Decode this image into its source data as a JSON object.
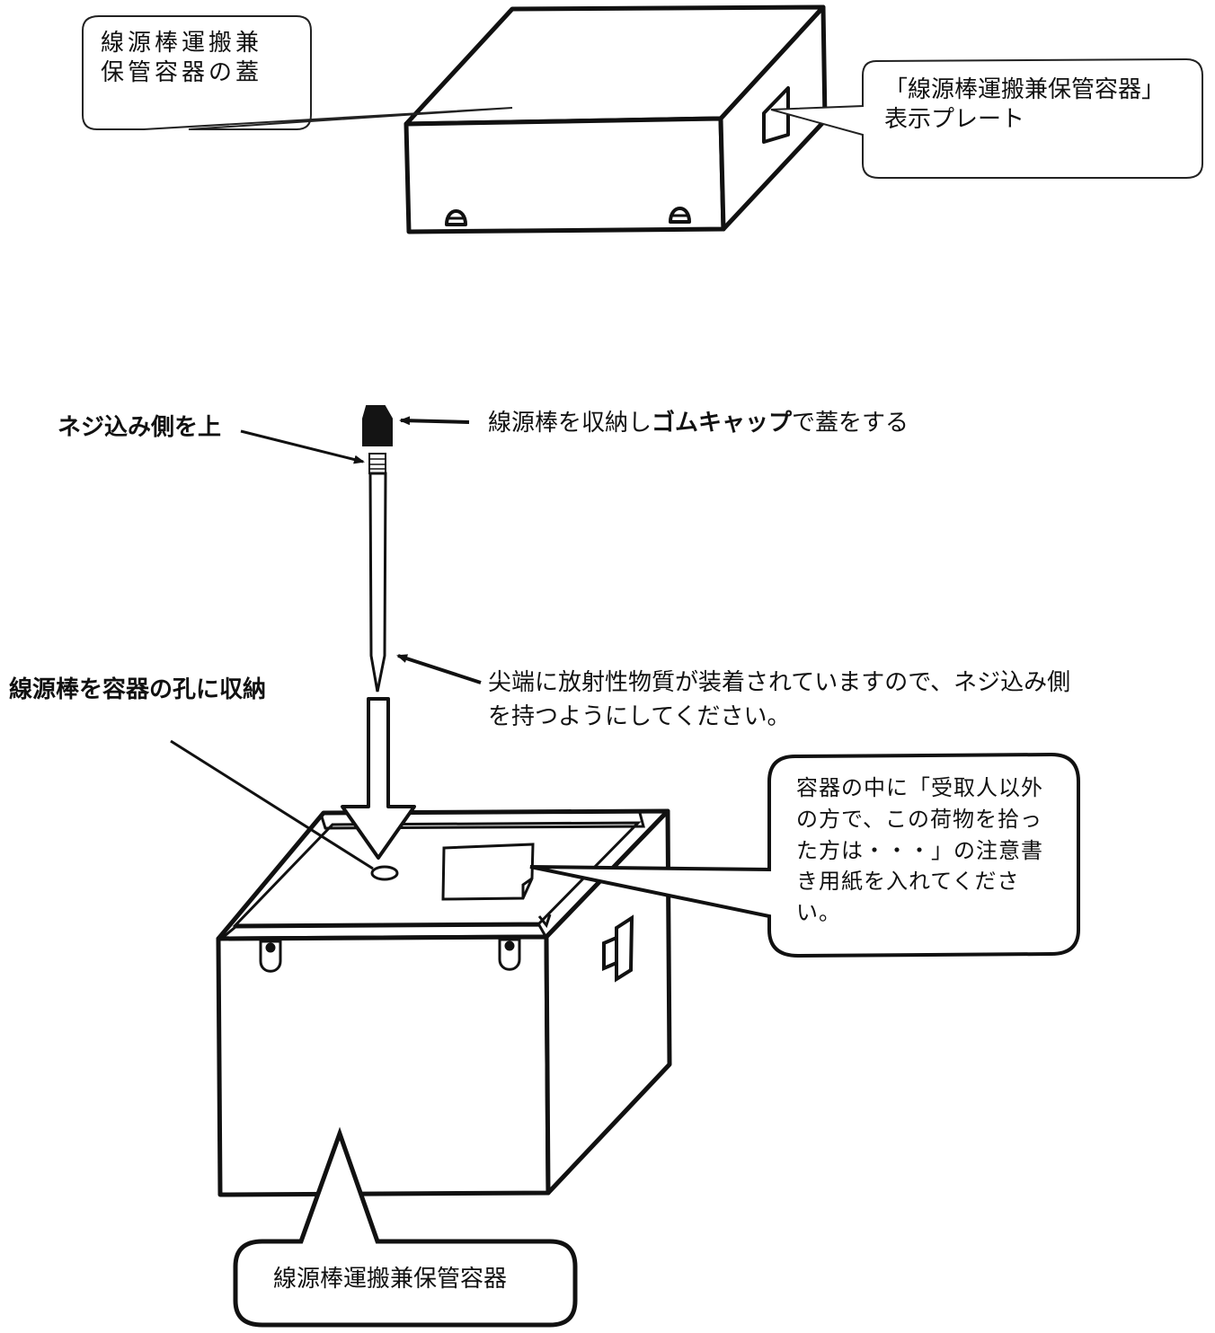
{
  "colors": {
    "ink": "#111111",
    "paper": "#ffffff",
    "cap": "#141414"
  },
  "lid": {
    "callout_line1": "線源棒運搬兼",
    "callout_line2": "保管容器の蓋",
    "plate_line1": "「線源棒運搬兼保管容器」",
    "plate_line2": "表示プレート"
  },
  "rod": {
    "screw_side_label": "ネジ込み側を上",
    "cap_label_pre": "線源棒を収納し",
    "cap_label_bold": "ゴムキャップ",
    "cap_label_post": "で蓋をする",
    "tip_note_line1": "尖端に放射性物質が装着されていますので、ネジ込み側",
    "tip_note_line2": "を持つようにしてください。"
  },
  "container": {
    "insert_label": "線源棒を容器の孔に収納",
    "notice_callout": "容器の中に「受取人以外の方で、この荷物を拾った方は・・・」の注意書き用紙を入れてください。",
    "name_callout": "線源棒運搬兼保管容器"
  }
}
